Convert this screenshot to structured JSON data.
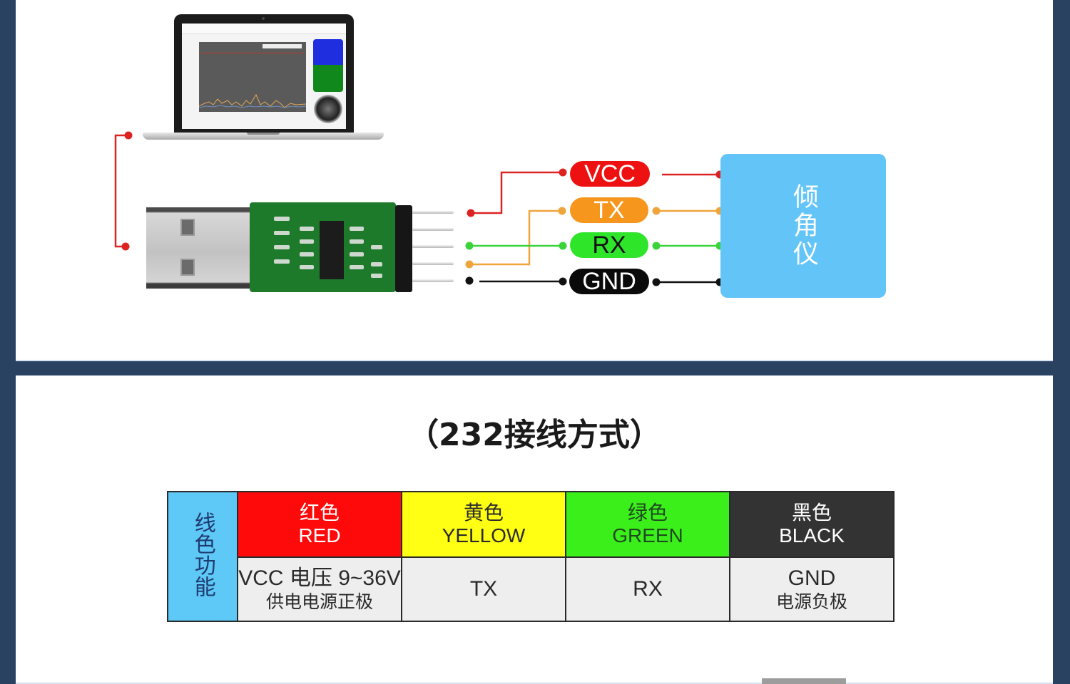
{
  "diagram": {
    "top_section": {
      "computer": {
        "name": "laptop",
        "screen_content": "inclinometer monitoring software"
      },
      "adapter": {
        "name": "USB to TTL/232 adapter module",
        "pin_count": 5
      },
      "signals": [
        {
          "label": "VCC",
          "color": "#ee1111",
          "text_color": "#ffffff",
          "wire_color": "#dd2222"
        },
        {
          "label": "TX",
          "color": "#f7961c",
          "text_color": "#ffffff",
          "wire_color": "#f0a43c"
        },
        {
          "label": "RX",
          "color": "#2ee52a",
          "text_color": "#111111",
          "wire_color": "#3ad43a"
        },
        {
          "label": "GND",
          "color": "#0a0a0a",
          "text_color": "#ffffff",
          "wire_color": "#111111"
        }
      ],
      "device": {
        "label": "倾角仪",
        "color": "#63c4f8"
      },
      "laptop_link_color": "#dd2222"
    },
    "bottom_section": {
      "title": "（232接线方式）",
      "table": {
        "row_header": "线色功能",
        "columns": [
          {
            "color_cn": "红色",
            "color_en": "RED",
            "bg": "#ff0a0a",
            "fg": "#ffffff",
            "function_main": "VCC 电压 9~36V",
            "function_sub": "供电电源正极"
          },
          {
            "color_cn": "黄色",
            "color_en": "YELLOW",
            "bg": "#ffff14",
            "fg": "#2a2a2a",
            "function_main": "TX",
            "function_sub": ""
          },
          {
            "color_cn": "绿色",
            "color_en": "GREEN",
            "bg": "#3bef1a",
            "fg": "#1f4a1f",
            "function_main": "RX",
            "function_sub": ""
          },
          {
            "color_cn": "黑色",
            "color_en": "BLACK",
            "bg": "#333333",
            "fg": "#ffffff",
            "function_main": "GND",
            "function_sub": "电源负极"
          }
        ]
      }
    }
  }
}
